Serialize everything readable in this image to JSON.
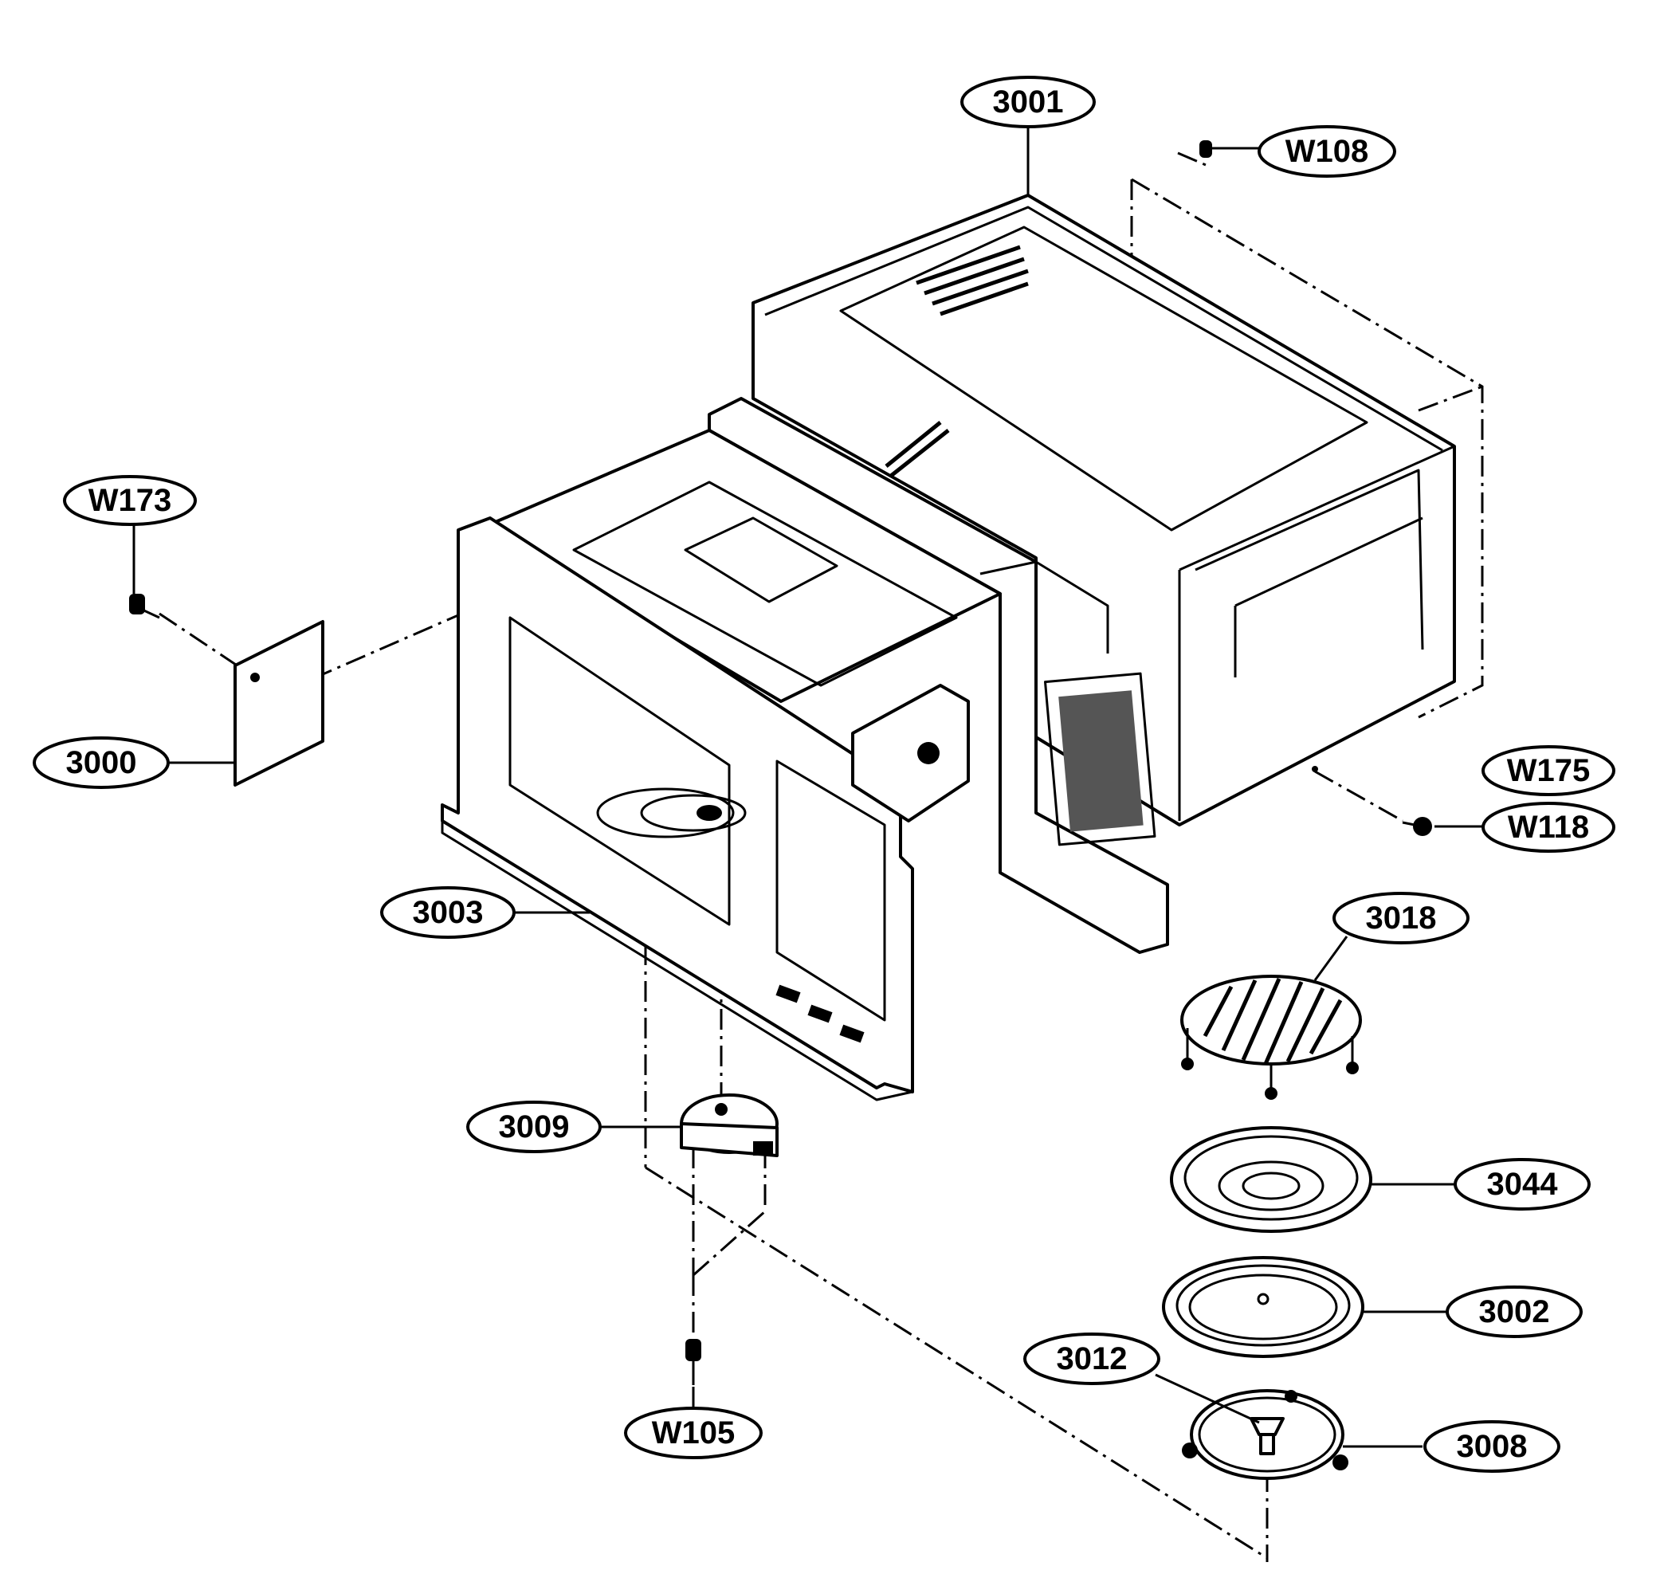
{
  "labels": {
    "l3001": "3001",
    "lW108": "W108",
    "lW173": "W173",
    "l3000": "3000",
    "lW175": "W175",
    "lW118": "W118",
    "l3003": "3003",
    "l3018": "3018",
    "l3009": "3009",
    "l3044": "3044",
    "l3002": "3002",
    "l3012": "3012",
    "l3008": "3008",
    "lW105": "W105"
  }
}
